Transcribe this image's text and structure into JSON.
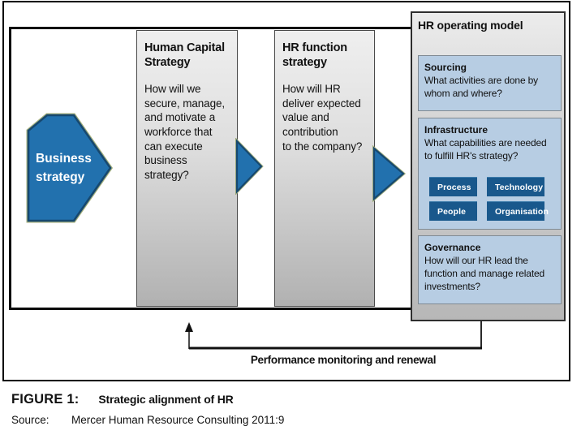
{
  "figure": {
    "caption_label": "FIGURE 1:",
    "caption_title": "Strategic alignment of HR",
    "source_label": "Source:",
    "source_text": "Mercer Human Resource Consulting 2011:9"
  },
  "diagram": {
    "business_strategy_label": "Business\nstrategy",
    "columns": [
      {
        "title": "Human Capital\nStrategy",
        "body": "How will we\nsecure, manage,\nand motivate a\nworkforce that\ncan execute\nbusiness\nstrategy?"
      },
      {
        "title": "HR function\nstrategy",
        "body": "How will HR\ndeliver expected\nvalue and\ncontribution\nto the company?"
      }
    ],
    "operating_model": {
      "title": "HR operating model",
      "sections": [
        {
          "title": "Sourcing",
          "body": "What activities are done by\nwhom and where?"
        },
        {
          "title": "Infrastructure",
          "body": "What capabilities are needed\nto fulfill HR's strategy?"
        },
        {
          "title": "Governance",
          "body": "How will our HR lead the\nfunction and manage related\ninvestments?"
        }
      ],
      "infrastructure_buttons": [
        "Process",
        "Technology",
        "People",
        "Organisation"
      ]
    },
    "feedback_label": "Performance monitoring and renewal"
  },
  "colors": {
    "arrow_blue": "#2271AE",
    "arrow_blue_dark": "#17486F",
    "arrow_edge_olive": "#A4AF7C",
    "button_blue": "#19588C",
    "light_blue_box": "#B7CDE3",
    "line_black": "#111111"
  }
}
